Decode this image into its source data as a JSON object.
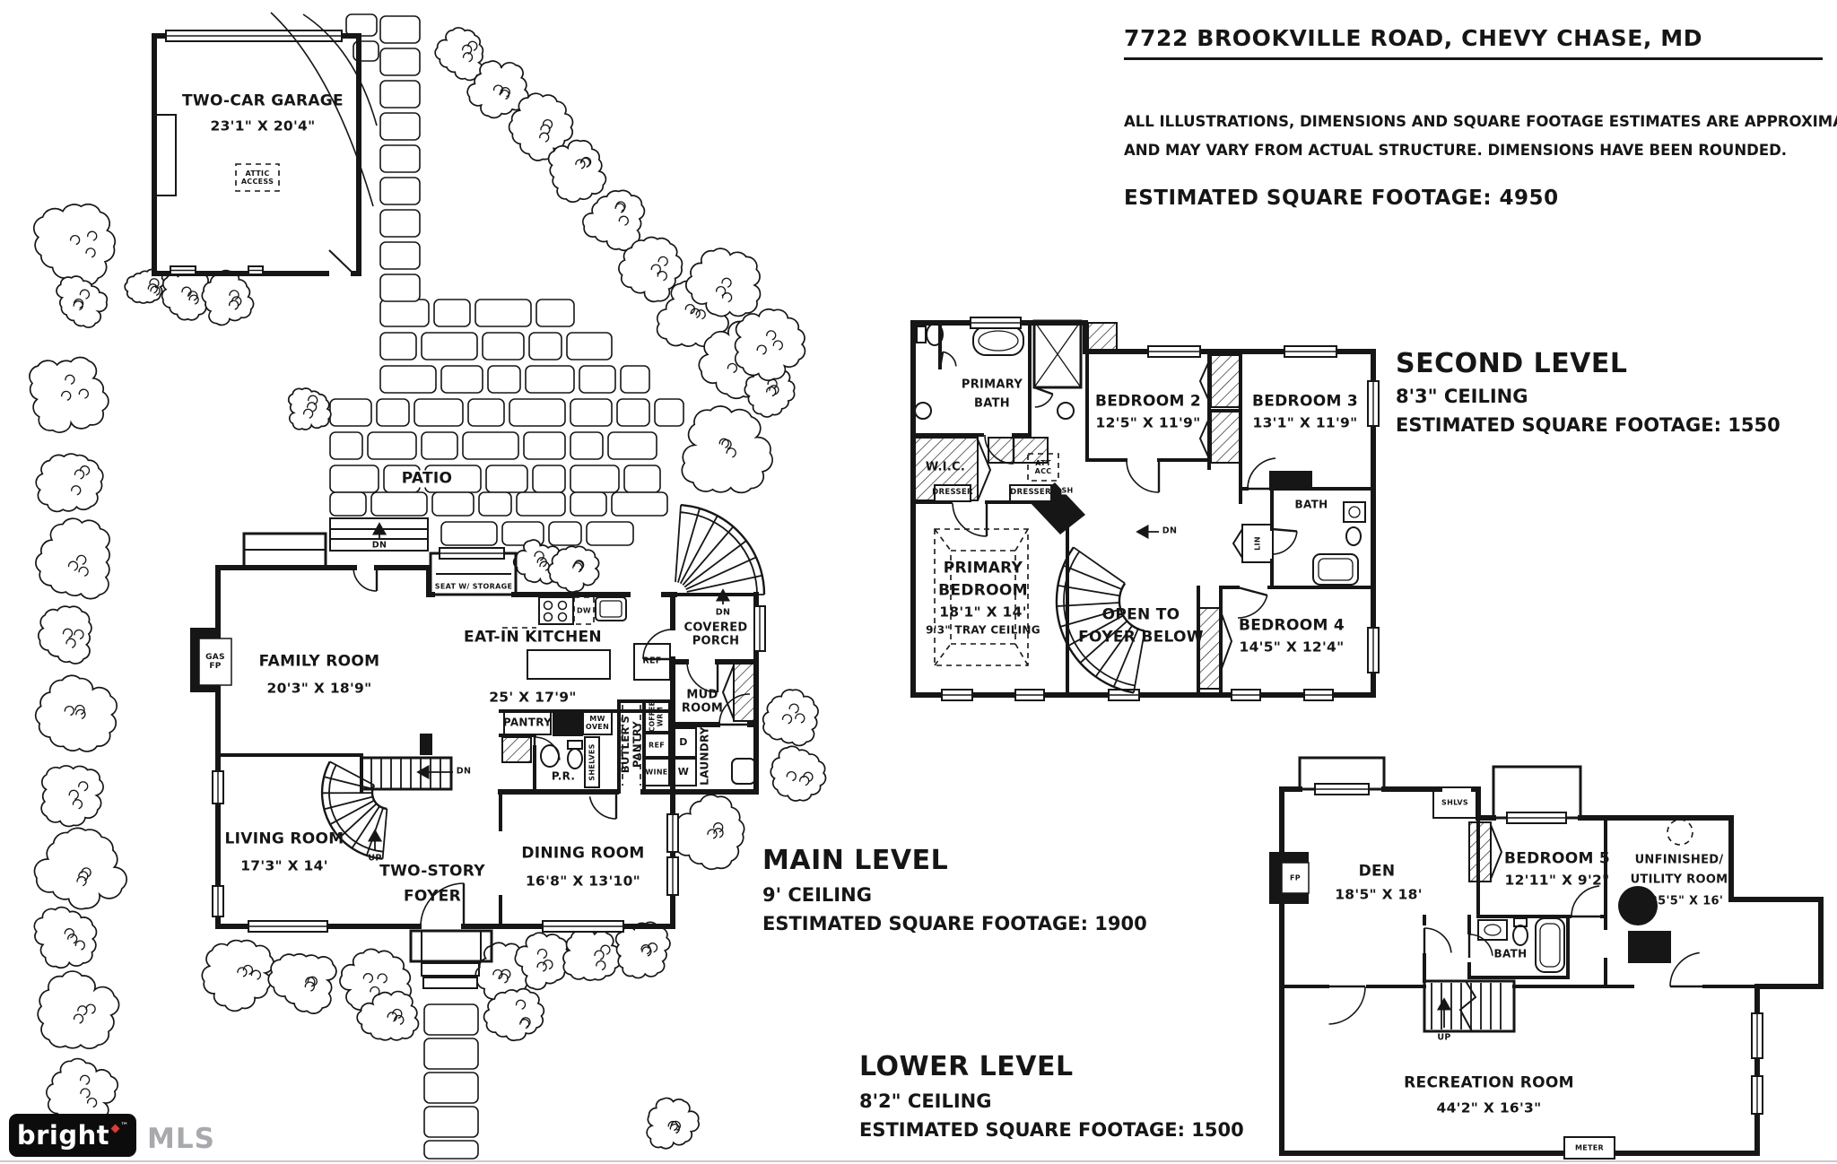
{
  "header": {
    "address": "7722 BROOKVILLE ROAD, CHEVY CHASE, MD",
    "disclaimer_line1": "ALL ILLUSTRATIONS, DIMENSIONS AND SQUARE FOOTAGE ESTIMATES ARE APPROXIMATE",
    "disclaimer_line2": "AND MAY VARY FROM ACTUAL STRUCTURE. DIMENSIONS HAVE BEEN ROUNDED.",
    "total_sqft": "ESTIMATED SQUARE FOOTAGE: 4950"
  },
  "levels": {
    "main": {
      "title": "MAIN LEVEL",
      "ceiling": "9' CEILING",
      "sqft": "ESTIMATED SQUARE FOOTAGE: 1900"
    },
    "second": {
      "title": "SECOND LEVEL",
      "ceiling": "8'3\" CEILING",
      "sqft": "ESTIMATED SQUARE FOOTAGE: 1550"
    },
    "lower": {
      "title": "LOWER LEVEL",
      "ceiling": "8'2\" CEILING",
      "sqft": "ESTIMATED SQUARE FOOTAGE: 1500"
    }
  },
  "main": {
    "garage": {
      "name": "TWO-CAR GARAGE",
      "dims": "23'1\" X 20'4\""
    },
    "attic_line1": "ATTIC",
    "attic_line2": "ACCESS",
    "patio": "PATIO",
    "family_room": {
      "name": "FAMILY ROOM",
      "dims": "20'3\" X 18'9\""
    },
    "gas_line1": "GAS",
    "gas_line2": "FP",
    "kitchen": {
      "name": "EAT-IN KITCHEN",
      "dims": "25' X 17'9\""
    },
    "seat_storage": "SEAT W/ STORAGE",
    "porch_line1": "COVERED",
    "porch_line2": "PORCH",
    "mud_line1": "MUD",
    "mud_line2": "ROOM",
    "laundry": "LAUNDRY",
    "pantry": "PANTRY",
    "mw_line1": "MW",
    "mw_line2": "OVEN",
    "butler_line1": "BUTLER'S",
    "butler_line2": "PANTRY",
    "shelves": "SHELVES",
    "powder_room": "P.R.",
    "coffee_line1": "COFFEE",
    "coffee_line2": "WRM",
    "ref": "REF",
    "ref2": "REF",
    "wine": "WINE",
    "dryer": "D",
    "washer": "W",
    "dw": "DW",
    "living_room": {
      "name": "LIVING ROOM",
      "dims": "17'3\" X 14'"
    },
    "foyer_line1": "TWO-STORY",
    "foyer_line2": "FOYER",
    "dining_room": {
      "name": "DINING ROOM",
      "dims": "16'8\" X 13'10\""
    },
    "dn": "DN",
    "up": "UP"
  },
  "second": {
    "primary_bath_line1": "PRIMARY",
    "primary_bath_line2": "BATH",
    "wic": "W.I.C.",
    "dresser": "DRESSER",
    "dresser2": "DRESSER",
    "att_line1": "ATT",
    "att_line2": "ACC",
    "sh": "SH",
    "bedroom2": {
      "name": "BEDROOM 2",
      "dims": "12'5\" X 11'9\""
    },
    "bedroom3": {
      "name": "BEDROOM 3",
      "dims": "13'1\" X 11'9\""
    },
    "bedroom4": {
      "name": "BEDROOM 4",
      "dims": "14'5\" X 12'4\""
    },
    "bath": "BATH",
    "lin": "LIN",
    "primary_line1": "PRIMARY",
    "primary_line2": "BEDROOM",
    "primary_dims": "18'1\" X 14'",
    "primary_ceiling": "9'3\" TRAY CEILING",
    "open_line1": "OPEN TO",
    "open_line2": "FOYER BELOW",
    "dn": "DN"
  },
  "lower": {
    "den": {
      "name": "DEN",
      "dims": "18'5\" X 18'"
    },
    "fp": "FP",
    "shlvs": "SHLVS",
    "bedroom5": {
      "name": "BEDROOM 5",
      "dims": "12'11\" X 9'2\""
    },
    "utility_line1": "UNFINISHED/",
    "utility_line2": "UTILITY ROOM",
    "utility_dims": "25'5\" X 16'",
    "bath": "BATH",
    "rec_room": {
      "name": "RECREATION ROOM",
      "dims": "44'2\" X 16'3\""
    },
    "meter": "METER",
    "up": "UP"
  },
  "logo": {
    "brand": "bright",
    "tm": "™",
    "mls": "MLS"
  }
}
